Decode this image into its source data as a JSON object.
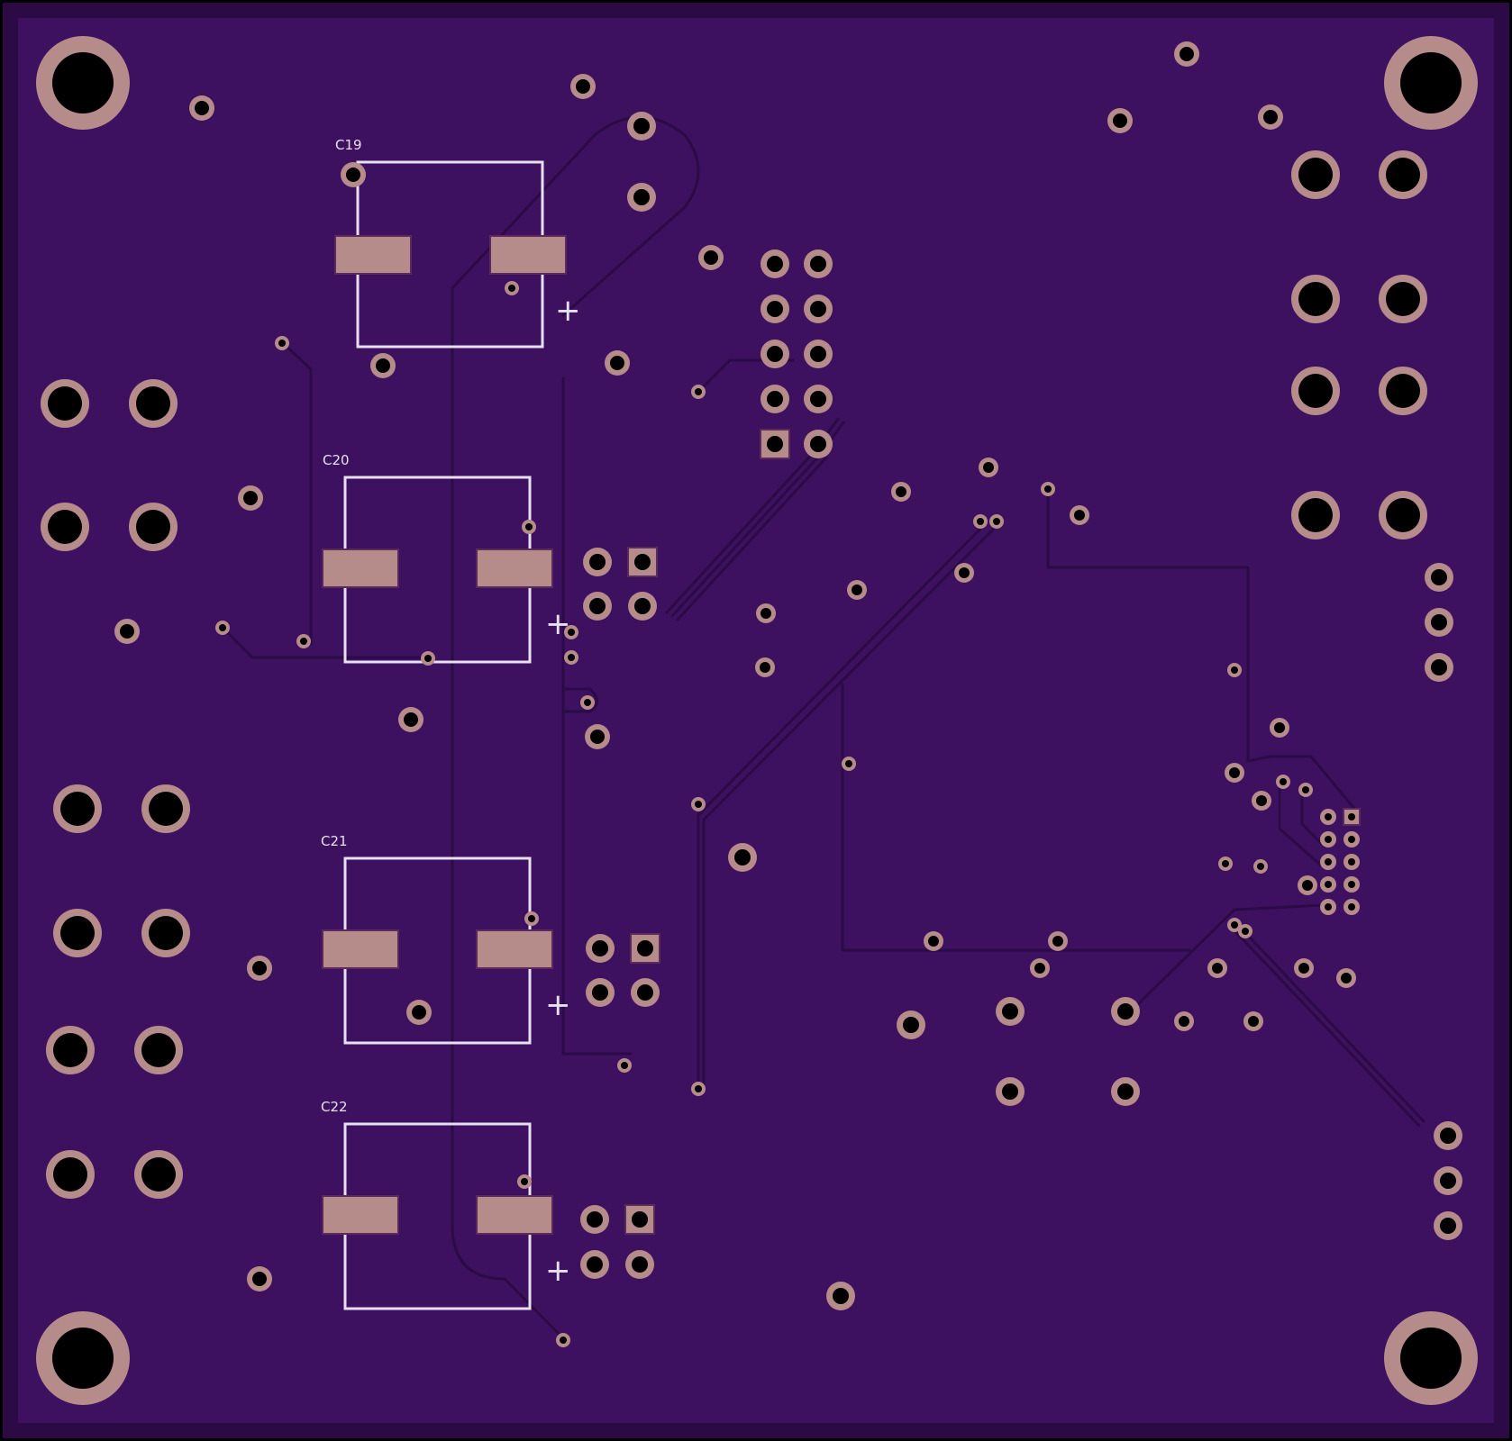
{
  "board": {
    "colors": {
      "background": "#000000",
      "board_edge": "#2b0a45",
      "soldermask": "#3e1160",
      "soldermask_border": "#330d52",
      "trace": "#2b0a45",
      "copper_pad": "#b58c8a",
      "drill": "#000000",
      "silkscreen": "#e6e0f0"
    }
  },
  "silkscreen": {
    "c19": "C19",
    "c20": "C20",
    "c21": "C21",
    "c22": "C22",
    "polarity": "+"
  }
}
